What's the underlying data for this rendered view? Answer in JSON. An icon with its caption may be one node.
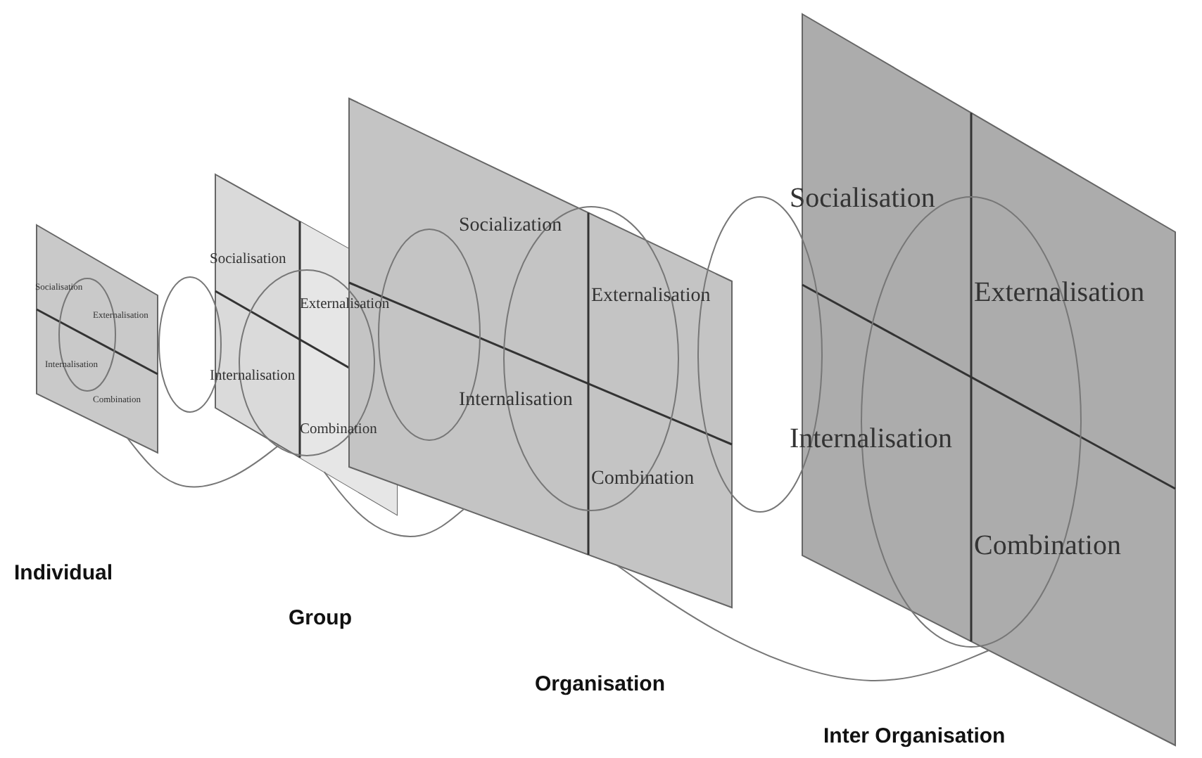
{
  "diagram": {
    "nodes": [
      {
        "text": [
          "Socialisation",
          "Externalisation",
          "Internalisation",
          "Combination"
        ]
      },
      {
        "text": [
          "Socialisation",
          "Externalisation",
          "Internalisation",
          "Combination"
        ]
      },
      {
        "text": [
          "Socialization",
          "Externalisation",
          "Internalisation",
          "Combination"
        ]
      },
      {
        "text": [
          "Socialisation",
          "Externalisation",
          "Internalisation",
          "Combination"
        ]
      }
    ],
    "edges": [
      {
        "from": 0,
        "to": 1,
        "arrow": "none"
      },
      {
        "from": 1,
        "to": 2,
        "arrow": "none"
      },
      {
        "from": 2,
        "to": 3,
        "arrow": "none"
      }
    ],
    "labels": [
      "Individual",
      "Group",
      "Organisation",
      "Inter Organisation"
    ]
  }
}
